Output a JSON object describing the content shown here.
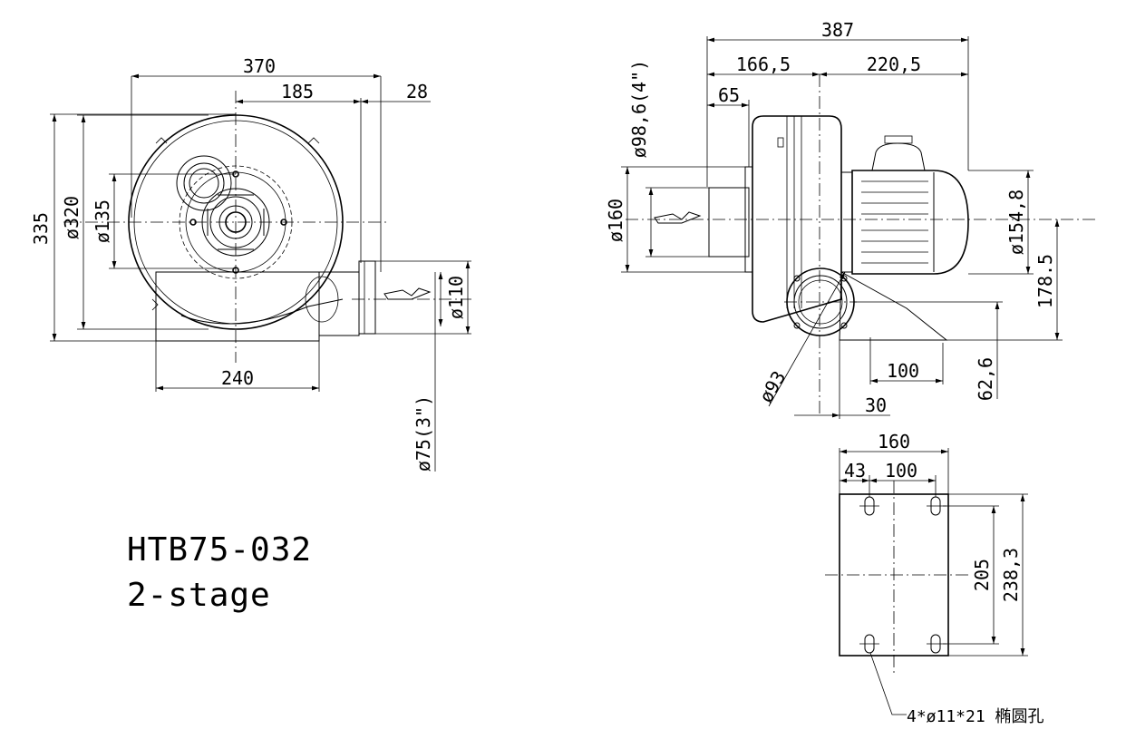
{
  "model": {
    "name": "HTB75-032",
    "stages": "2-stage"
  },
  "front_view": {
    "width_overall": "370",
    "center_offset": "185",
    "flange_thickness": "28",
    "height_overall": "335",
    "housing_dia": "ø320",
    "inlet_pcd": "ø135",
    "outlet_flange_dia": "ø110",
    "outlet_dia": "ø75(3\")",
    "base_width": "240"
  },
  "side_view": {
    "length_overall": "387",
    "inlet_side": "166,5",
    "motor_side": "220,5",
    "inlet_stub": "65",
    "inlet_dia": "ø98,6(4\")",
    "inlet_flange_dia": "ø160",
    "motor_dia": "ø154,8",
    "shaft_height": "178.5",
    "outlet_dia": "ø93",
    "base_hole_span": "100",
    "base_offset": "30",
    "outlet_height": "62,6"
  },
  "base_plate": {
    "width": "160",
    "edge_offset": "43",
    "hole_pitch_x": "100",
    "hole_pitch_y": "205",
    "length": "238,3",
    "holes_note": "4*ø11*21 椭圆孔"
  }
}
